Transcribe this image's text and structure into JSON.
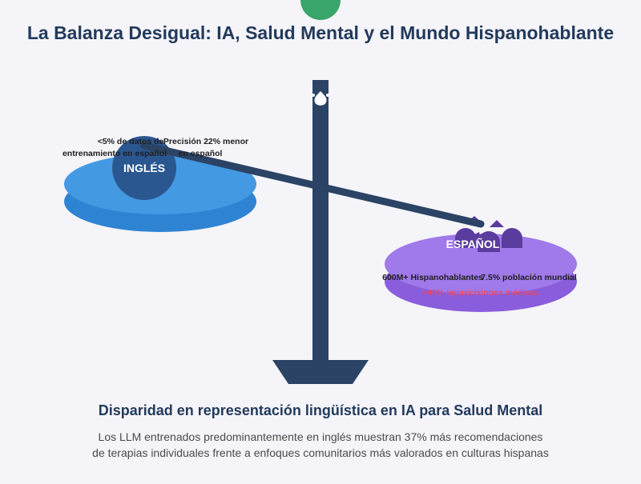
{
  "title": "La Balanza Desigual: IA, Salud Mental y el Mundo Hispanohablante",
  "left_pan": {
    "label": "INGLÉS",
    "stat1_line1": "<5% de datos de",
    "stat1_line2": "entrenamiento en español",
    "stat2_line1": "Precisión 22% menor",
    "stat2_line2": "en español"
  },
  "right_pan": {
    "label": "ESPAÑOL",
    "stat1": "600M+ Hispanohablantes",
    "stat2": "7.5% población mundial",
    "stat3": ">40% imprecisiones médicas"
  },
  "footer": {
    "heading": "Disparidad en representación lingüística en IA para Salud Mental",
    "line1": "Los LLM entrenados predominantemente en inglés muestran 37% más recomendaciones",
    "line2": "de terapias individuales frente a enfoques comunitarios más valorados en culturas hispanas"
  },
  "colors": {
    "pole": "#2b4365",
    "left_pan": "#4499e3",
    "left_pan_shadow": "#2f83d3",
    "left_ball": "#2b5790",
    "right_pan": "#a079ea",
    "right_pan_shadow": "#8a5ddc",
    "people": "#5a3c9e",
    "top_circle": "#3aa56a",
    "alert": "#e04a6a"
  }
}
